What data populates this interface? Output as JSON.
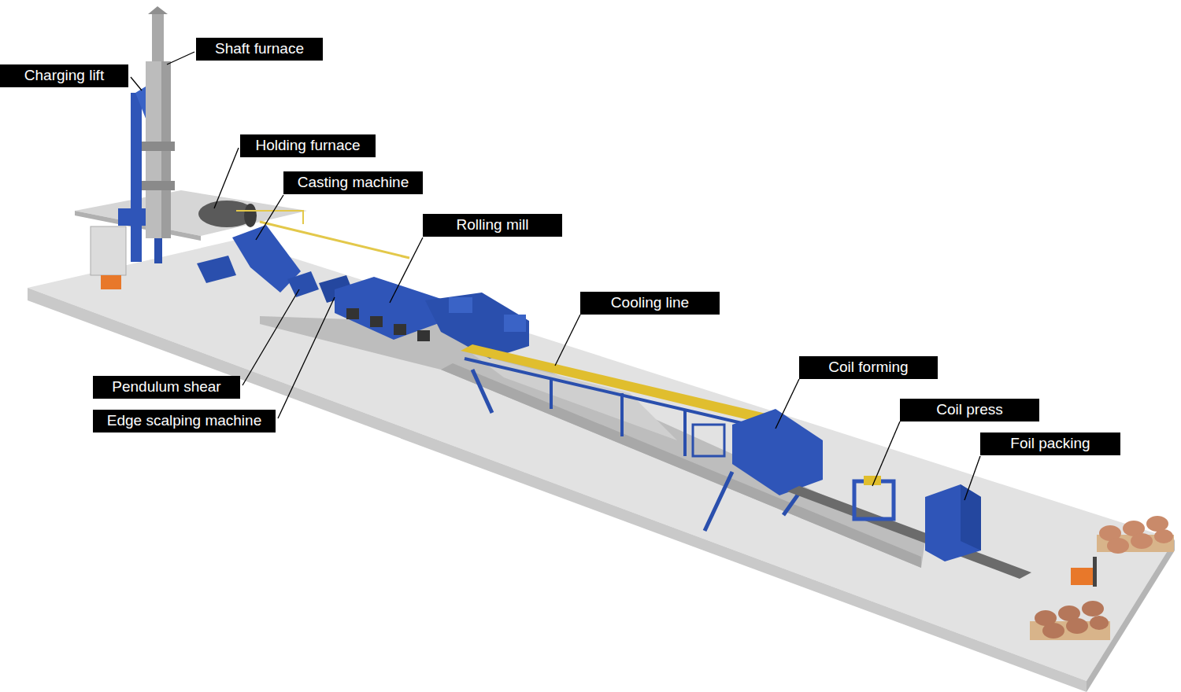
{
  "diagram": {
    "nodes": [
      {
        "text": [
          "Shaft furnace"
        ]
      },
      {
        "text": [
          "Charging lift"
        ]
      },
      {
        "text": [
          "Holding furnace"
        ]
      },
      {
        "text": [
          "Casting machine"
        ]
      },
      {
        "text": [
          "Rolling mill"
        ]
      },
      {
        "text": [
          "Cooling line"
        ]
      },
      {
        "text": [
          "Coil forming"
        ]
      },
      {
        "text": [
          "Pendulum shear"
        ]
      },
      {
        "text": [
          "Coil press"
        ]
      },
      {
        "text": [
          "Edge scalping machine"
        ]
      },
      {
        "text": [
          "Foil packing"
        ]
      }
    ]
  }
}
